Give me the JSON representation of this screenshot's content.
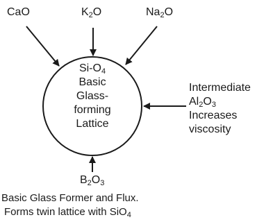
{
  "inputs": {
    "top_left": {
      "base": "CaO"
    },
    "top_middle": {
      "pre": "K",
      "sub": "2",
      "post": "O"
    },
    "top_right": {
      "pre": "Na",
      "sub": "2",
      "post": "O"
    }
  },
  "lattice": {
    "formula": {
      "pre": "Si-O",
      "sub": "4"
    },
    "line1": "Basic",
    "line2": "Glass-",
    "line3": "forming",
    "line4": "Lattice"
  },
  "intermediate": {
    "title": "Intermediate",
    "formula": {
      "pre": "Al",
      "sub1": "2",
      "mid": "O",
      "sub2": "3"
    },
    "line3": "Increases",
    "line4": "viscosity"
  },
  "bottom_input": {
    "pre": "B",
    "sub1": "2",
    "mid": "O",
    "sub2": "3"
  },
  "caption": {
    "line1": "Basic Glass Former and Flux.",
    "line2_text": "Forms twin lattice with SiO",
    "line2_sub": "4"
  },
  "colors": {
    "ink": "#1a1a1a",
    "background": "#ffffff"
  }
}
